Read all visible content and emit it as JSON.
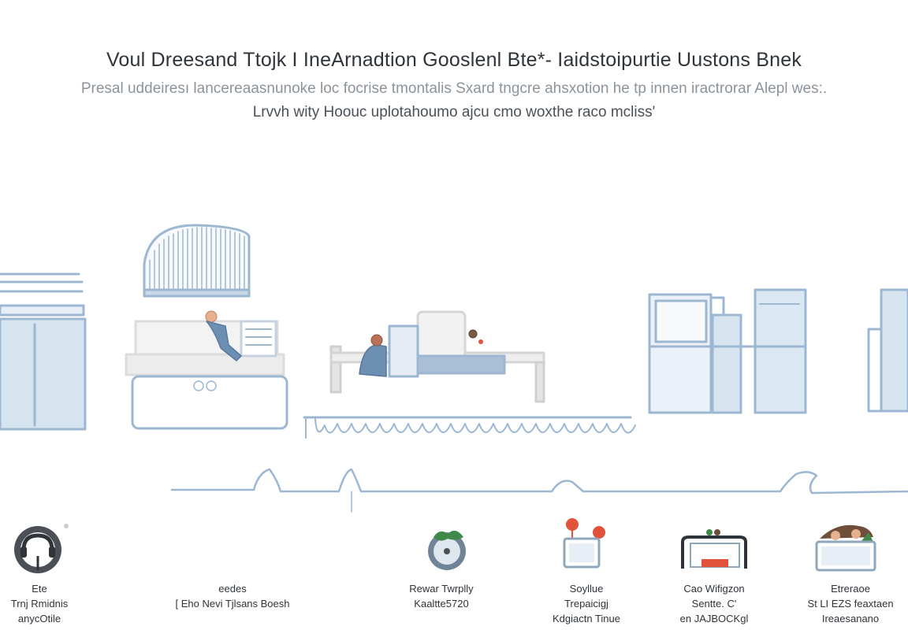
{
  "header": {
    "title": "Voul Dreesand Ttojk I IneArnadtion  Gooslenl Bte*- Iaidstoipurtie Uustons Bnek",
    "subtitle_line1": "Presal uddeiresı lancereaasnunoke loc focrise tmontalis Sxard tngcre ahsxotion he tp innen iractrorar Alepl wes:.",
    "subtitle_line2": "Lrvvh wity Hoouc uplotahoumo ajcu cmo woxthe raco mcliss'"
  },
  "features": [
    {
      "icon": "headset-icon",
      "label": "Ete\nTrnj Rmidnis\nanycOtile"
    },
    {
      "icon": "none",
      "label": "eedes\n[ Eho Nevi Tjlsans Boesh"
    },
    {
      "icon": "robot-vacuum-icon",
      "label": "Rewar Twrplly\nKaaltte5720"
    },
    {
      "icon": "tablet-alert-icon",
      "label": "Soyllue\nTrepaicigj\nKdgiactn Tinue"
    },
    {
      "icon": "bed-frame-icon",
      "label": "Cao Wifigzon\nSentte. C'\nen JAJBOCKgl"
    },
    {
      "icon": "monitor-people-icon",
      "label": "Etreraoe\nSt LI EZS feaxtaen\nIreaesanano"
    }
  ],
  "colors": {
    "line_blue": "#9db7d2",
    "fill_blue": "#d6e4f0",
    "accent_red": "#e0523a",
    "accent_green": "#3f8a4b",
    "dark": "#2f333a"
  }
}
